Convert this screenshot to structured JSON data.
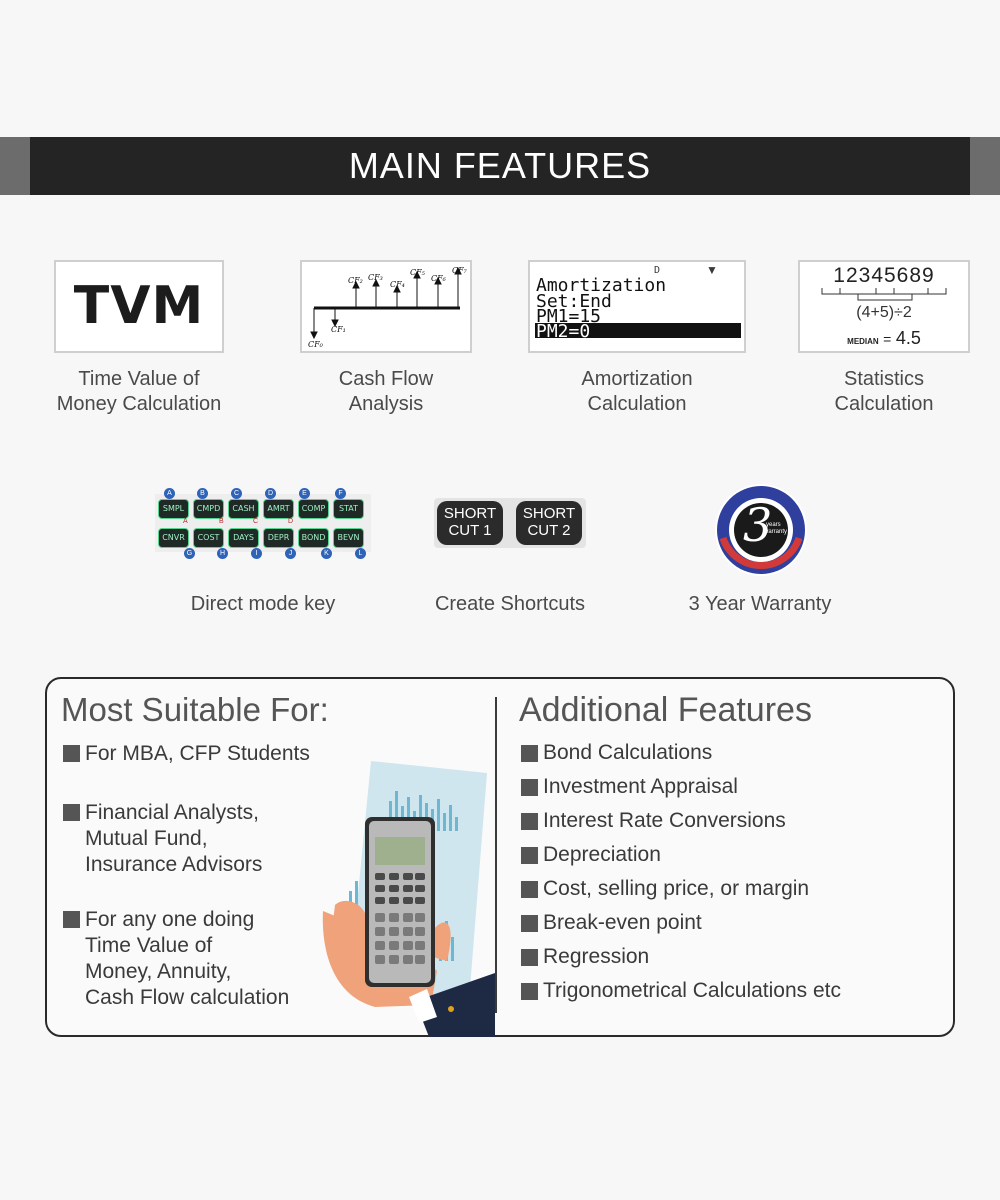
{
  "header": {
    "title": "MAIN FEATURES"
  },
  "features_row1": [
    {
      "name": "tvm",
      "label_line1": "Time Value of",
      "label_line2": "Money Calculation",
      "icon_text": "TVM"
    },
    {
      "name": "cash-flow",
      "label_line1": "Cash Flow",
      "label_line2": "Analysis",
      "icon": "cash-flow-diagram-icon",
      "diagram_labels": [
        "CF₂",
        "CF₃",
        "CF₄",
        "CF₅",
        "CF₆",
        "CF₇",
        "CF₁",
        "CF₀"
      ]
    },
    {
      "name": "amortization",
      "label_line1": "Amortization",
      "label_line2": "Calculation",
      "screen": {
        "indicator": "D",
        "arrow": "▼",
        "line1": "Amortization",
        "line2": "Set:End",
        "line3": "PM1=15",
        "line4": "PM2=0"
      }
    },
    {
      "name": "statistics",
      "label_line1": "Statistics",
      "label_line2": "Calculation",
      "screen": {
        "digits": "12345689",
        "formula": "(4+5)÷2",
        "median_label": "MEDIAN",
        "median_eq": "=",
        "median_value": "4.5"
      }
    }
  ],
  "features_row2": [
    {
      "name": "direct-mode-key",
      "label": "Direct mode key",
      "keys_top": [
        "SMPL",
        "CMPD",
        "CASH",
        "AMRT",
        "COMP",
        "STAT"
      ],
      "keys_bottom": [
        "CNVR",
        "COST",
        "DAYS",
        "DEPR",
        "BOND",
        "BEVN"
      ],
      "dots_top": [
        "A",
        "B",
        "C",
        "D",
        "E",
        "F"
      ],
      "dots_bottom": [
        "G",
        "H",
        "I",
        "J",
        "K",
        "L"
      ],
      "mid_letters": [
        "A",
        "B",
        "C",
        "D"
      ]
    },
    {
      "name": "create-shortcuts",
      "label": "Create Shortcuts",
      "key1_line1": "SHORT",
      "key1_line2": "CUT 1",
      "key2_line1": "SHORT",
      "key2_line2": "CUT 2"
    },
    {
      "name": "warranty",
      "label": "3 Year Warranty",
      "badge_number": "3",
      "badge_years": "years",
      "badge_warranty": "warranty"
    }
  ],
  "suitable": {
    "title": "Most Suitable For:",
    "items": [
      {
        "line1": "For MBA, CFP Students"
      },
      {
        "line1": "Financial Analysts,",
        "line2": "Mutual Fund,",
        "line3": "Insurance Advisors"
      },
      {
        "line1": "For any one doing",
        "line2": "Time Value of",
        "line3": "Money,  Annuity,",
        "line4": "Cash Flow calculation"
      }
    ]
  },
  "additional": {
    "title": "Additional Features",
    "items": [
      "Bond Calculations",
      "Investment Appraisal",
      "Interest Rate Conversions",
      "Depreciation",
      "Cost, selling price, or margin",
      "Break-even point",
      "Regression",
      "Trigonometrical Calculations etc"
    ]
  },
  "colors": {
    "banner": "#242424",
    "banner_cap": "#6c6c6c",
    "bullet": "#555555",
    "key_glow": "#54d48e",
    "badge_blue": "#2e3f9e"
  }
}
